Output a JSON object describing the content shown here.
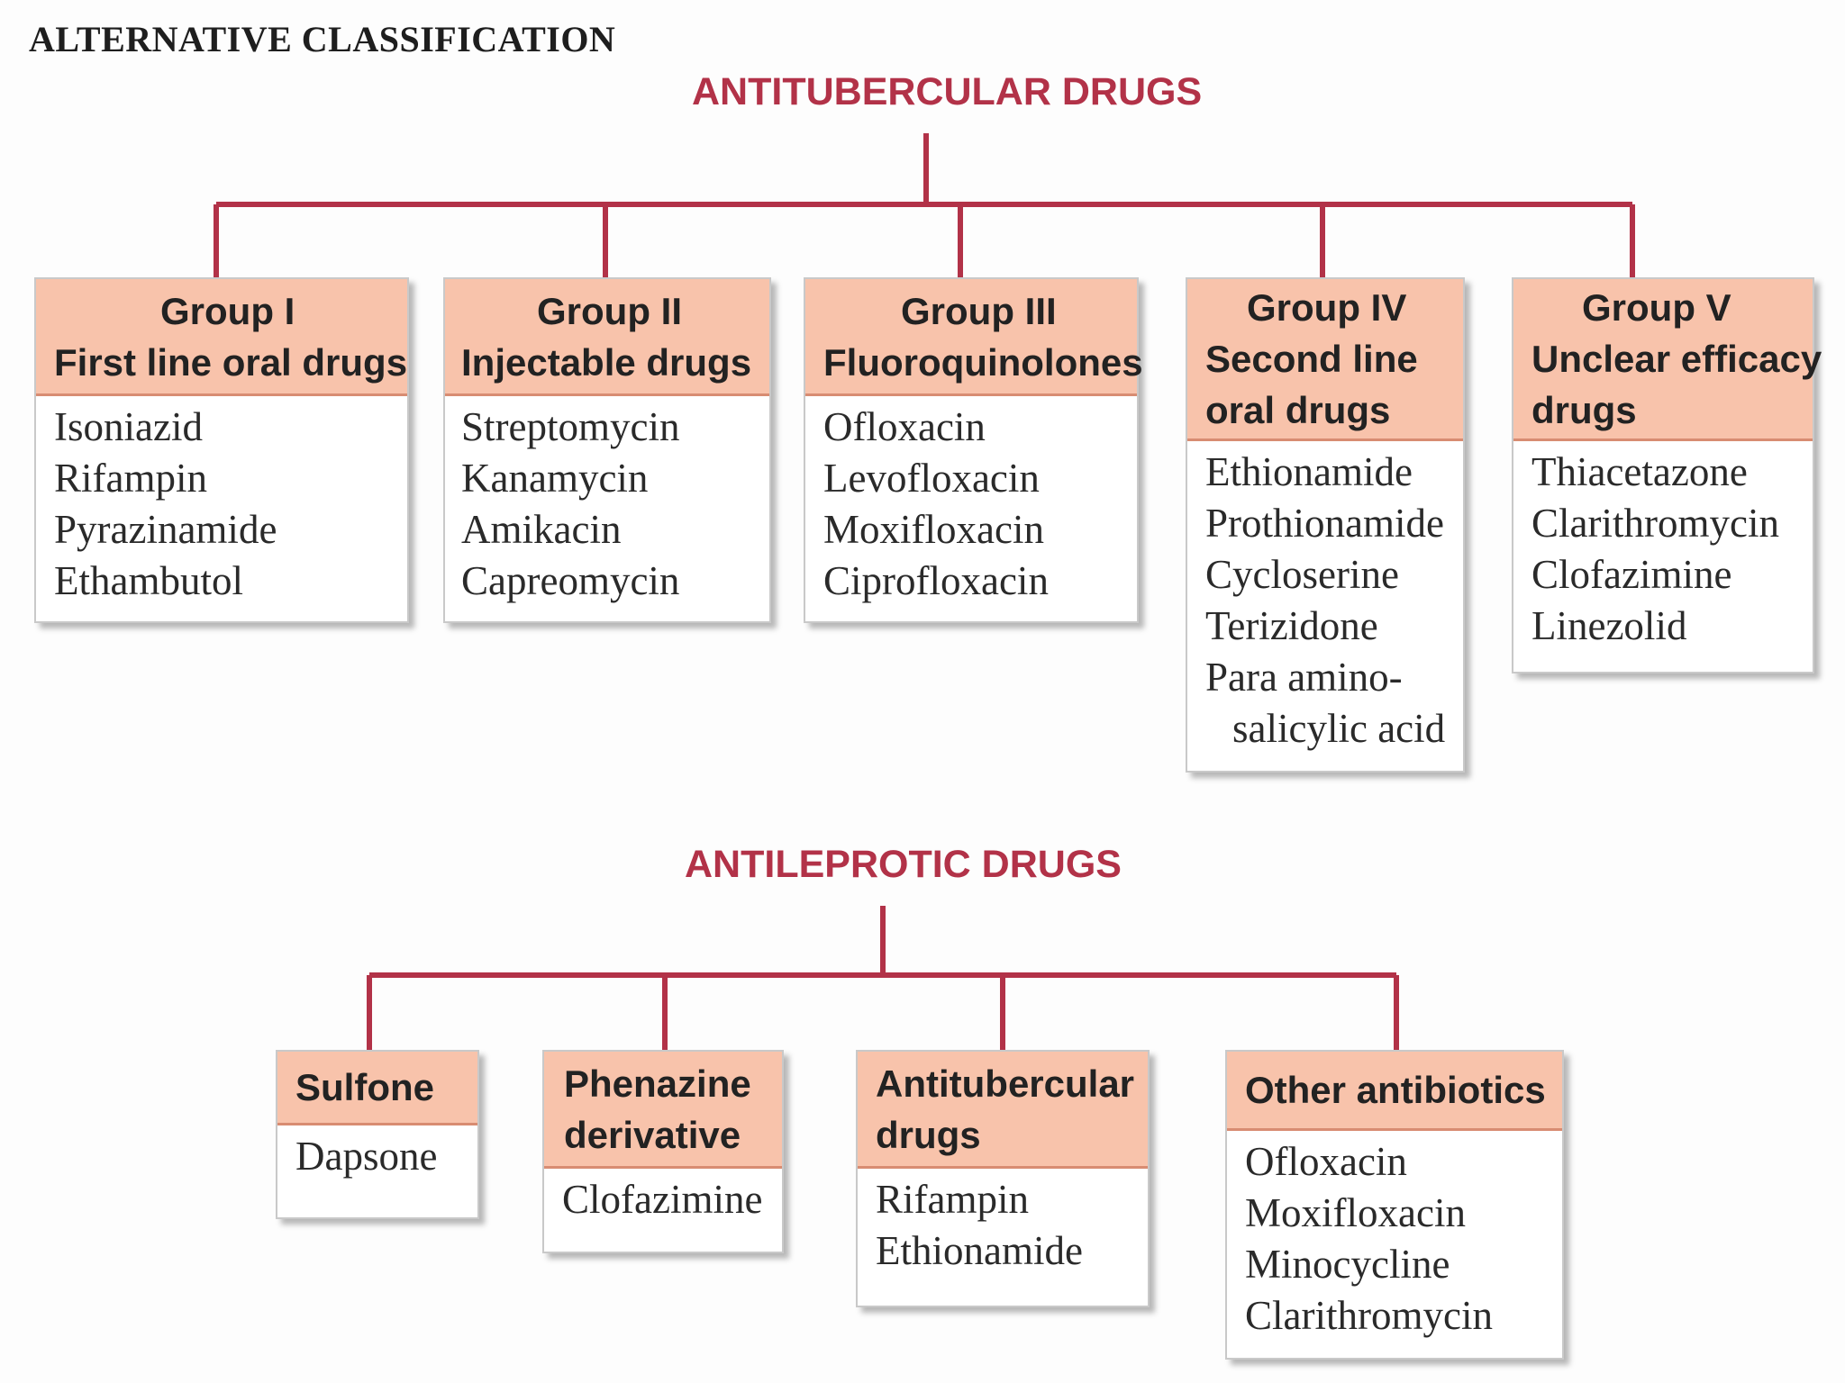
{
  "page_heading": "ALTERNATIVE CLASSIFICATION",
  "colors": {
    "title": "#b23248",
    "connector": "#b23248",
    "header_fill": "#f8c3ab",
    "header_border": "#d88c72",
    "box_border": "#c9c9c9"
  },
  "antitubercular": {
    "title": "ANTITUBERCULAR DRUGS",
    "groups": [
      {
        "header": [
          "Group I",
          "First line oral drugs"
        ],
        "items": [
          "Isoniazid",
          "Rifampin",
          "Pyrazinamide",
          "Ethambutol"
        ]
      },
      {
        "header": [
          "Group II",
          "Injectable drugs"
        ],
        "items": [
          "Streptomycin",
          "Kanamycin",
          "Amikacin",
          "Capreomycin"
        ]
      },
      {
        "header": [
          "Group III",
          "Fluoroquinolones"
        ],
        "items": [
          "Ofloxacin",
          "Levofloxacin",
          "Moxifloxacin",
          "Ciprofloxacin"
        ]
      },
      {
        "header": [
          "Group IV",
          "Second line",
          "oral drugs"
        ],
        "items": [
          "Ethionamide",
          "Prothionamide",
          "Cycloserine",
          "Terizidone",
          "Para amino-",
          "salicylic acid"
        ]
      },
      {
        "header": [
          "Group V",
          "Unclear efficacy",
          "drugs"
        ],
        "items": [
          "Thiacetazone",
          "Clarithromycin",
          "Clofazimine",
          "Linezolid"
        ]
      }
    ]
  },
  "antileprotic": {
    "title": "ANTILEPROTIC DRUGS",
    "groups": [
      {
        "header": [
          "Sulfone"
        ],
        "items": [
          "Dapsone"
        ]
      },
      {
        "header": [
          "Phenazine",
          "derivative"
        ],
        "items": [
          "Clofazimine"
        ]
      },
      {
        "header": [
          "Antitubercular",
          "drugs"
        ],
        "items": [
          "Rifampin",
          "Ethionamide"
        ]
      },
      {
        "header": [
          "Other antibiotics"
        ],
        "items": [
          "Ofloxacin",
          "Moxifloxacin",
          "Minocycline",
          "Clarithromycin"
        ]
      }
    ]
  }
}
